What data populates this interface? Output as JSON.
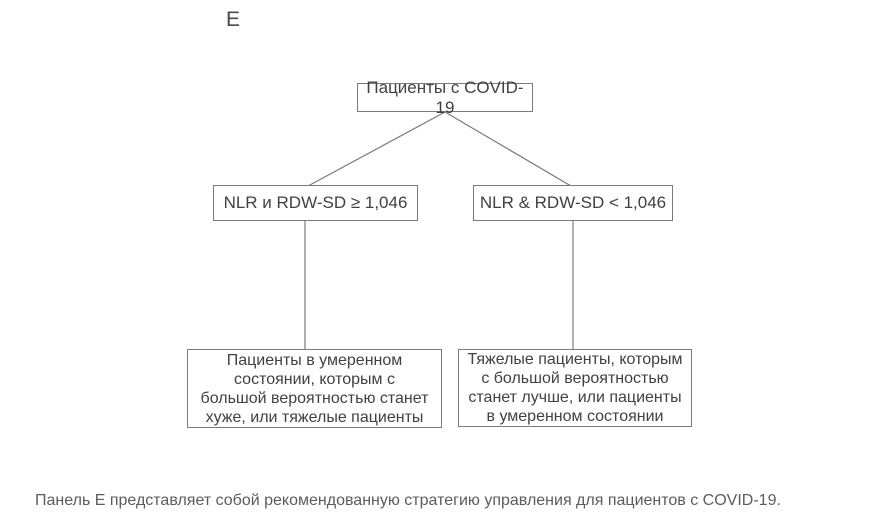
{
  "panel_label": "E",
  "flowchart": {
    "root": {
      "label": "Пациенты с COVID-19"
    },
    "branch_high": {
      "label": "NLR и RDW-SD ≥ 1,046"
    },
    "branch_low": {
      "label": "NLR & RDW-SD < 1,046"
    },
    "outcome_high": {
      "lines": [
        "Пациенты в умеренном",
        "состоянии, которым с",
        "большой вероятностью станет",
        "хуже, или тяжелые пациенты"
      ]
    },
    "outcome_low": {
      "lines": [
        "Тяжелые пациенты, которым",
        "с большой вероятностью",
        "станет лучше, или пациенты",
        "в умеренном состоянии"
      ]
    }
  },
  "caption": "Панель E представляет собой рекомендованную стратегию управления для пациентов с COVID-19.",
  "colors": {
    "box_border": "#7a7a7c",
    "box_text": "#414143",
    "connector_line": "#7a7a7c",
    "caption_text": "#5b5c60",
    "background": "#ffffff"
  }
}
